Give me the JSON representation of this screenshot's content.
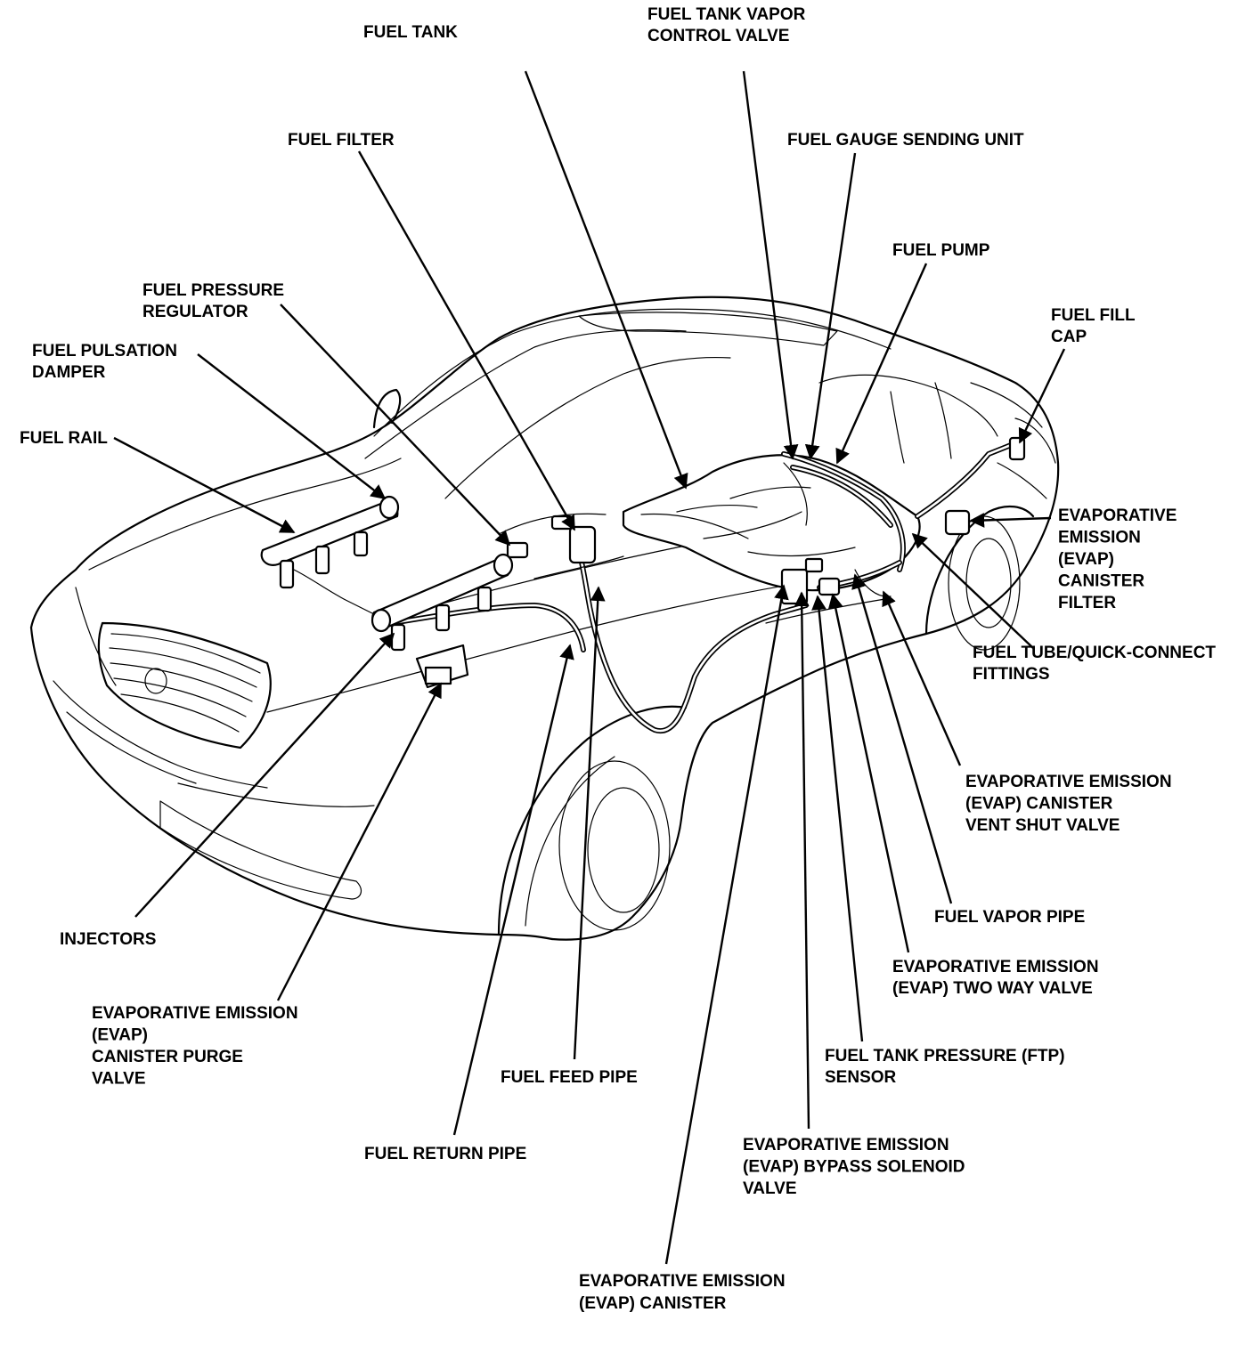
{
  "labels": [
    {
      "id": "fuel-tank",
      "lines": [
        "FUEL TANK"
      ]
    },
    {
      "id": "fuel-tank-vapor-control-valve",
      "lines": [
        "FUEL TANK VAPOR",
        "CONTROL VALVE"
      ]
    },
    {
      "id": "fuel-filter",
      "lines": [
        "FUEL FILTER"
      ]
    },
    {
      "id": "fuel-gauge-sending-unit",
      "lines": [
        "FUEL GAUGE SENDING UNIT"
      ]
    },
    {
      "id": "fuel-pump",
      "lines": [
        "FUEL PUMP"
      ]
    },
    {
      "id": "fuel-pressure-regulator",
      "lines": [
        "FUEL PRESSURE",
        "REGULATOR"
      ]
    },
    {
      "id": "fuel-fill-cap",
      "lines": [
        "FUEL FILL",
        "CAP"
      ]
    },
    {
      "id": "fuel-pulsation-damper",
      "lines": [
        "FUEL PULSATION",
        "DAMPER"
      ]
    },
    {
      "id": "fuel-rail",
      "lines": [
        "FUEL RAIL"
      ]
    },
    {
      "id": "evap-canister-filter",
      "lines": [
        "EVAPORATIVE",
        "EMISSION",
        "(EVAP)",
        "CANISTER",
        "FILTER"
      ]
    },
    {
      "id": "fuel-tube-quick-connect-fittings",
      "lines": [
        "FUEL TUBE/QUICK-CONNECT",
        "FITTINGS"
      ]
    },
    {
      "id": "evap-canister-vent-shut-valve",
      "lines": [
        "EVAPORATIVE EMISSION",
        "(EVAP) CANISTER",
        "VENT SHUT VALVE"
      ]
    },
    {
      "id": "injectors",
      "lines": [
        "INJECTORS"
      ]
    },
    {
      "id": "fuel-vapor-pipe",
      "lines": [
        "FUEL VAPOR PIPE"
      ]
    },
    {
      "id": "evap-two-way-valve",
      "lines": [
        "EVAPORATIVE EMISSION",
        "(EVAP) TWO WAY VALVE"
      ]
    },
    {
      "id": "evap-canister-purge-valve",
      "lines": [
        "EVAPORATIVE EMISSION",
        "(EVAP)",
        "CANISTER PURGE",
        "VALVE"
      ]
    },
    {
      "id": "fuel-tank-pressure-sensor",
      "lines": [
        "FUEL TANK PRESSURE (FTP)",
        "SENSOR"
      ]
    },
    {
      "id": "fuel-feed-pipe",
      "lines": [
        "FUEL FEED PIPE"
      ]
    },
    {
      "id": "evap-bypass-solenoid-valve",
      "lines": [
        "EVAPORATIVE EMISSION",
        "(EVAP) BYPASS SOLENOID",
        "VALVE"
      ]
    },
    {
      "id": "fuel-return-pipe",
      "lines": [
        "FUEL RETURN PIPE"
      ]
    },
    {
      "id": "evap-canister",
      "lines": [
        "EVAPORATIVE EMISSION",
        "(EVAP) CANISTER"
      ]
    }
  ]
}
